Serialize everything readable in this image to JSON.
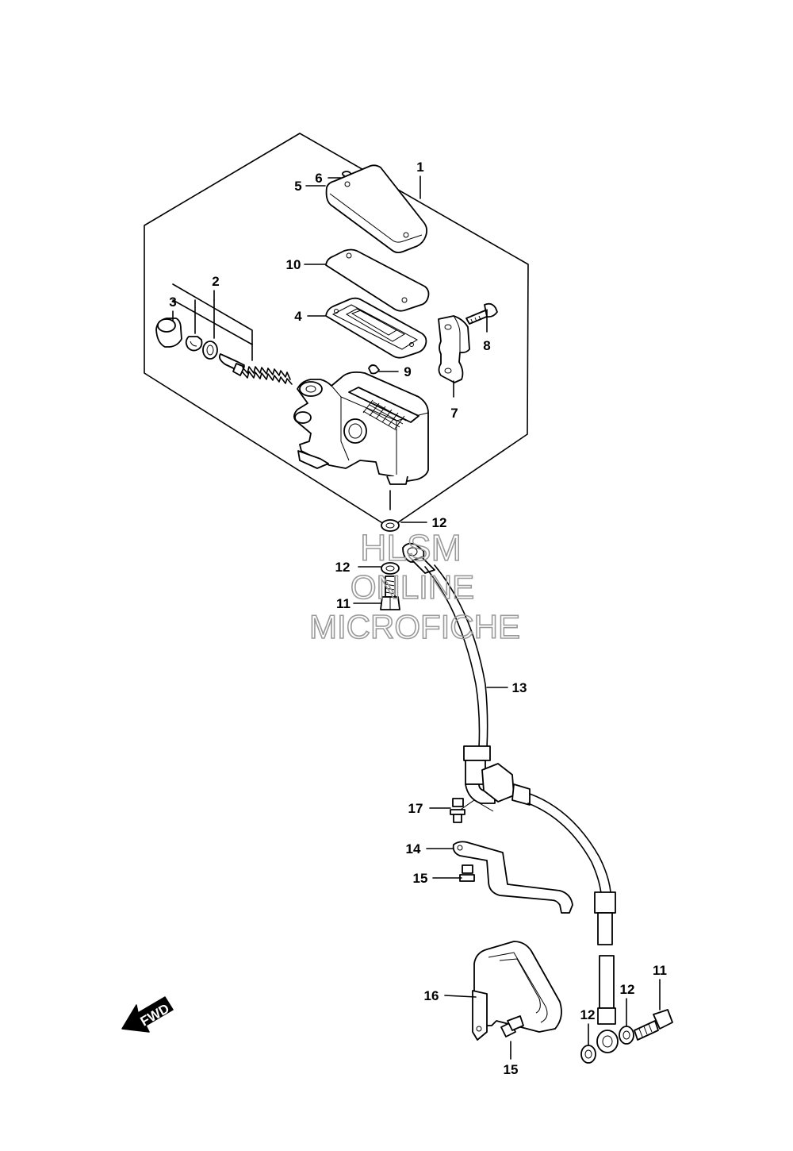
{
  "diagram": {
    "callouts": [
      {
        "id": "c1",
        "text": "1"
      },
      {
        "id": "c2",
        "text": "2"
      },
      {
        "id": "c3",
        "text": "3"
      },
      {
        "id": "c4",
        "text": "4"
      },
      {
        "id": "c5",
        "text": "5"
      },
      {
        "id": "c6",
        "text": "6"
      },
      {
        "id": "c7",
        "text": "7"
      },
      {
        "id": "c8",
        "text": "8"
      },
      {
        "id": "c9",
        "text": "9"
      },
      {
        "id": "c10",
        "text": "10"
      },
      {
        "id": "c11a",
        "text": "11"
      },
      {
        "id": "c11b",
        "text": "11"
      },
      {
        "id": "c12a",
        "text": "12"
      },
      {
        "id": "c12b",
        "text": "12"
      },
      {
        "id": "c12c",
        "text": "12"
      },
      {
        "id": "c12d",
        "text": "12"
      },
      {
        "id": "c13",
        "text": "13"
      },
      {
        "id": "c14",
        "text": "14"
      },
      {
        "id": "c15a",
        "text": "15"
      },
      {
        "id": "c15b",
        "text": "15"
      },
      {
        "id": "c16",
        "text": "16"
      },
      {
        "id": "c17",
        "text": "17"
      }
    ],
    "fwd_label": "FWD"
  },
  "watermark": {
    "line1": "HLSM",
    "line2": "ONLINE",
    "line3": "MICROFICHE"
  }
}
